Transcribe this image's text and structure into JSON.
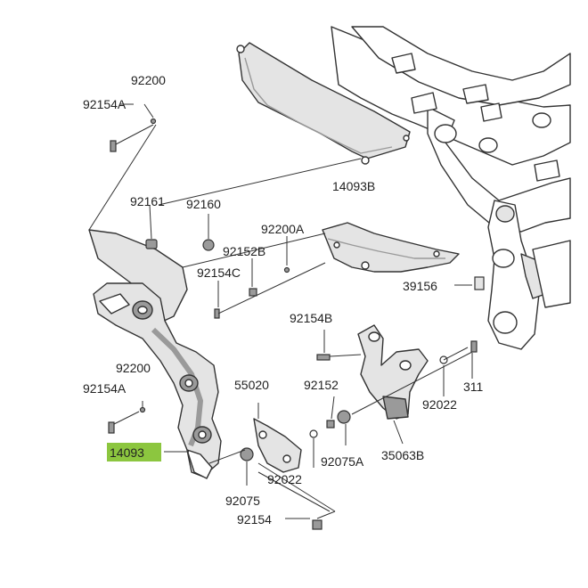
{
  "colors": {
    "line": "#333333",
    "part_fill": "#e4e4e4",
    "part_shade": "#9a9a9a",
    "highlight": "#8cc63f"
  },
  "labels": {
    "p92200_top": "92200",
    "p92154A_top": "92154A",
    "p92161": "92161",
    "p92160": "92160",
    "p14093B": "14093B",
    "p92200A": "92200A",
    "p92152B": "92152B",
    "p92154C": "92154C",
    "p39156": "39156",
    "p92154B": "92154B",
    "p92200_mid": "92200",
    "p92154A_mid": "92154A",
    "p55020": "55020",
    "p92152": "92152",
    "p311": "311",
    "p92022_right": "92022",
    "p14093": "14093",
    "p92075A": "92075A",
    "p35063B": "35063B",
    "p92022_bottom": "92022",
    "p92075": "92075",
    "p92154": "92154"
  },
  "highlighted_part": "14093"
}
